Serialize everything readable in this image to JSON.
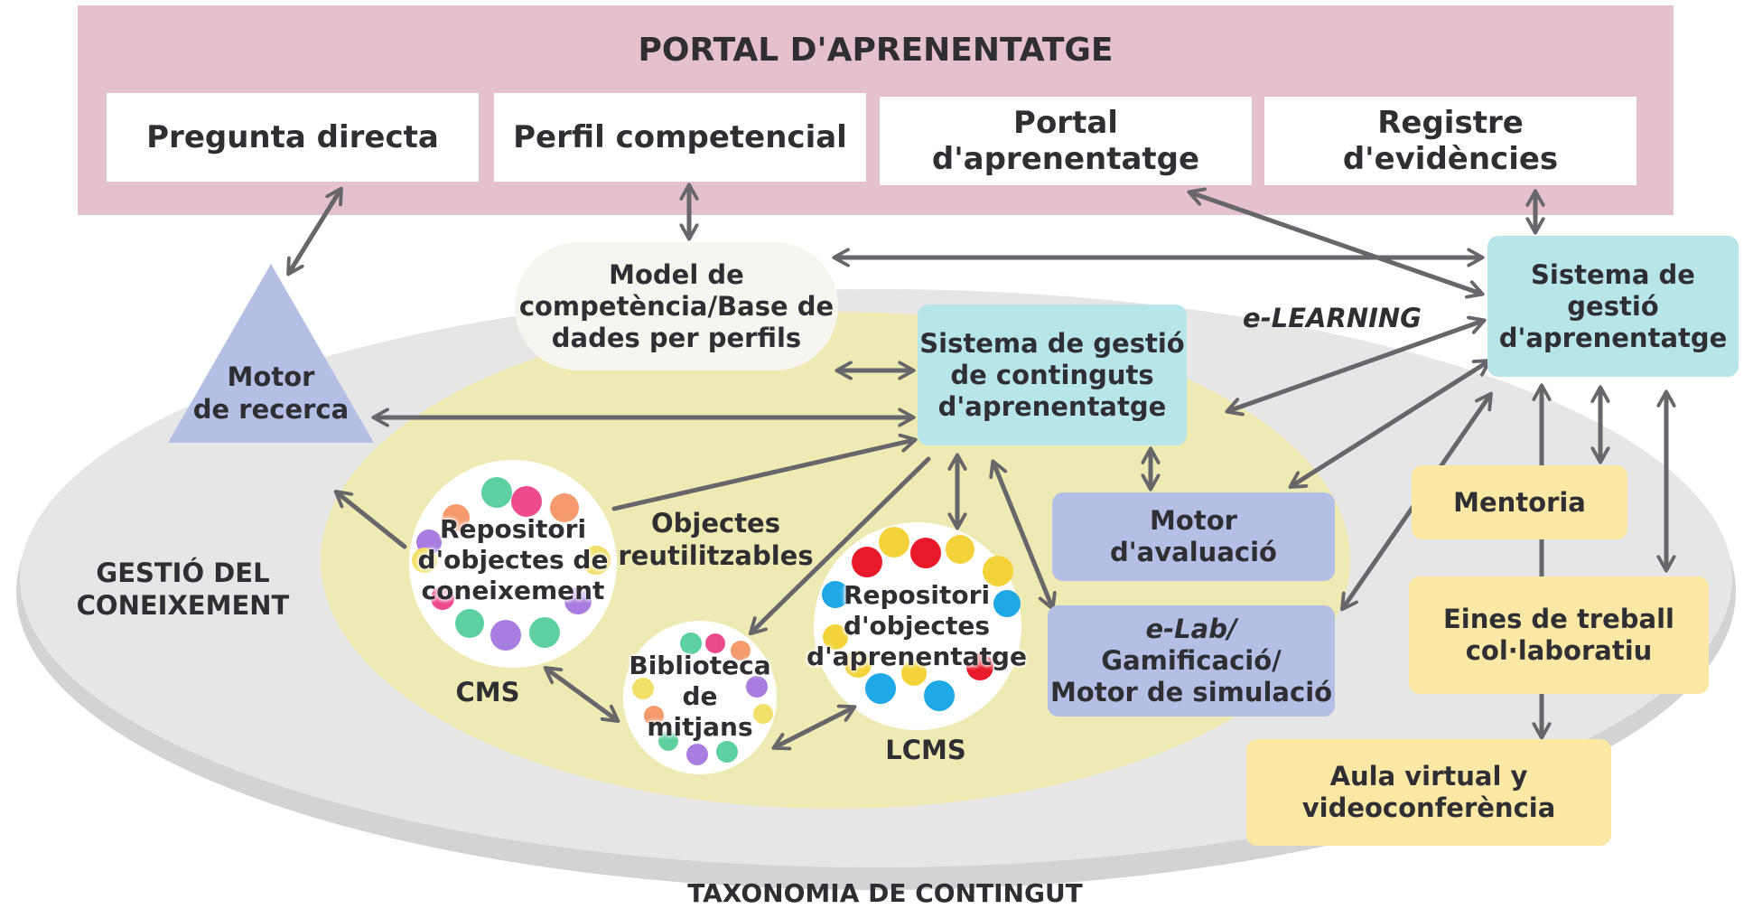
{
  "portal": {
    "title": "PORTAL D'APRENENTATGE",
    "boxes": [
      "Pregunta directa",
      "Perfil competencial",
      "Portal\nd'aprenentatge",
      "Registre\nd'evidències"
    ]
  },
  "nodes": {
    "model": "Model de\ncompetència/Base de\ndades per perfils",
    "motor_recerca": "Motor\nde recerca",
    "sgca": "Sistema de gestió\nde continguts\nd'aprenentatge",
    "sga": "Sistema de\ngestió\nd'aprenentatge",
    "motor_avaluacio": "Motor\nd'avaluació",
    "elab_line1": "e-Lab/",
    "elab_rest": "Gamificació/\nMotor de simulació",
    "mentoria": "Mentoria",
    "eines": "Eines de treball\ncol·laboratiu",
    "aula": "Aula virtual y\nvideoconferència",
    "repo_coneixement": "Repositori\nd'objectes de\nconeixement",
    "biblioteca": "Biblioteca\nde\nmitjans",
    "repo_aprenentatge": "Repositori\nd'objectes\nd'aprenentatge"
  },
  "labels": {
    "elearning": "e-LEARNING",
    "objectes": "Objectes\nreutilitzables",
    "cms": "CMS",
    "lcms": "LCMS",
    "gestio": "GESTIÓ DEL\nCONEIXEMENT",
    "taxonomia": "TAXONOMIA DE CONTINGUT"
  },
  "colors": {
    "portal_bg": "#e5c1cd",
    "outer_ellipse": "#e6e6e6",
    "inner_ellipse": "#eeeab3",
    "cyan_box": "#b8e5ea",
    "violet_box": "#b5bfe6",
    "yellow_box": "#fbe8a4",
    "arrow": "#66666b"
  }
}
